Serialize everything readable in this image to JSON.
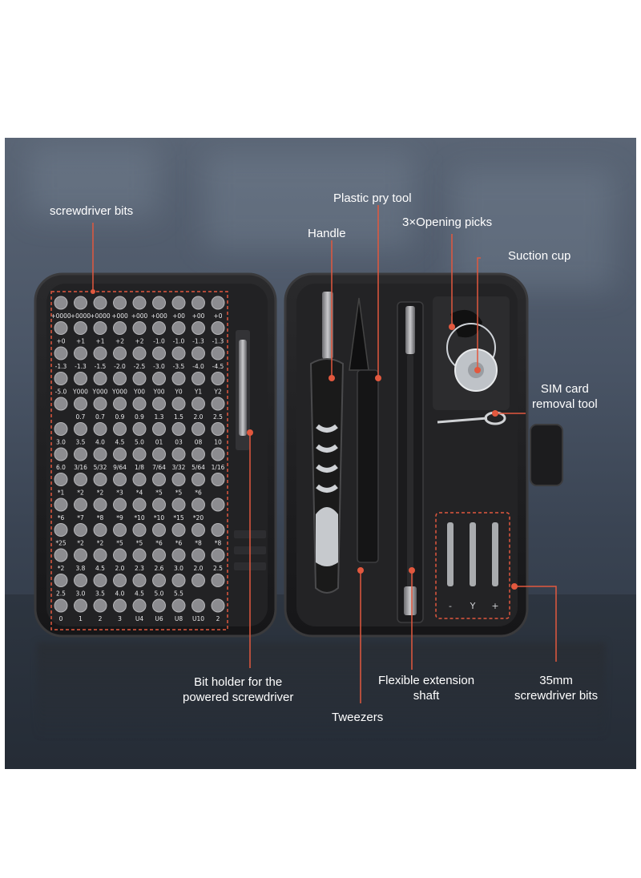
{
  "callouts": {
    "screwdriver_bits": "screwdriver bits",
    "plastic_pry_tool": "Plastic pry tool",
    "handle": "Handle",
    "opening_picks": "3×Opening picks",
    "suction_cup": "Suction cup",
    "sim_tool_line1": "SIM card",
    "sim_tool_line2": "removal tool",
    "bit_holder_line1": "Bit holder for the",
    "bit_holder_line2": "powered screwdriver",
    "extension_line1": "Flexible extension",
    "extension_line2": "shaft",
    "tweezers": "Tweezers",
    "bits35_line1": "35mm",
    "bits35_line2": "screwdriver bits"
  },
  "colors": {
    "accent": "#e2583e",
    "case": "#1c1c1e",
    "case_edge": "#3a3a3c",
    "tray": "#2a2a2c",
    "bit": "#8c8c90",
    "text": "#ffffff"
  },
  "bit_rows": [
    [
      "+0000",
      "+0000",
      "+0000",
      "+000",
      "+000",
      "+000",
      "+00",
      "+00",
      "+0"
    ],
    [
      "+0",
      "+1",
      "+1",
      "+2",
      "+2",
      "-1.0",
      "-1.0",
      "-1.3",
      "-1.3"
    ],
    [
      "-1.3",
      "-1.3",
      "-1.5",
      "-2.0",
      "-2.5",
      "-3.0",
      "-3.5",
      "-4.0",
      "-4.5"
    ],
    [
      "-5.0",
      "Y000",
      "Y000",
      "Y000",
      "Y00",
      "Y00",
      "Y0",
      "Y1",
      "Y2"
    ],
    [
      "",
      "0.7",
      "0.7",
      "0.9",
      "0.9",
      "1.3",
      "1.5",
      "2.0",
      "2.5"
    ],
    [
      "3.0",
      "3.5",
      "4.0",
      "4.5",
      "5.0",
      "01",
      "03",
      "08",
      "10"
    ],
    [
      "6.0",
      "3/16",
      "5/32",
      "9/64",
      "1/8",
      "7/64",
      "3/32",
      "5/64",
      "1/16"
    ],
    [
      "*1",
      "*2",
      "*2",
      "*3",
      "*4",
      "*5",
      "*5",
      "*6",
      ""
    ],
    [
      "*6",
      "*7",
      "*8",
      "*9",
      "*10",
      "*10",
      "*15",
      "*20",
      ""
    ],
    [
      "*25",
      "*2",
      "*2",
      "*5",
      "*5",
      "*6",
      "*6",
      "*8",
      "*8"
    ],
    [
      "*2",
      "3.8",
      "4.5",
      "2.0",
      "2.3",
      "2.6",
      "3.0",
      "2.0",
      "2.5"
    ],
    [
      "2.5",
      "3.0",
      "3.5",
      "4.0",
      "4.5",
      "5.0",
      "5.5",
      "",
      ""
    ],
    [
      "0",
      "1",
      "2",
      "3",
      "U4",
      "U6",
      "U8",
      "U10",
      "2"
    ]
  ],
  "small_bits": [
    "-",
    "Y",
    "+"
  ]
}
